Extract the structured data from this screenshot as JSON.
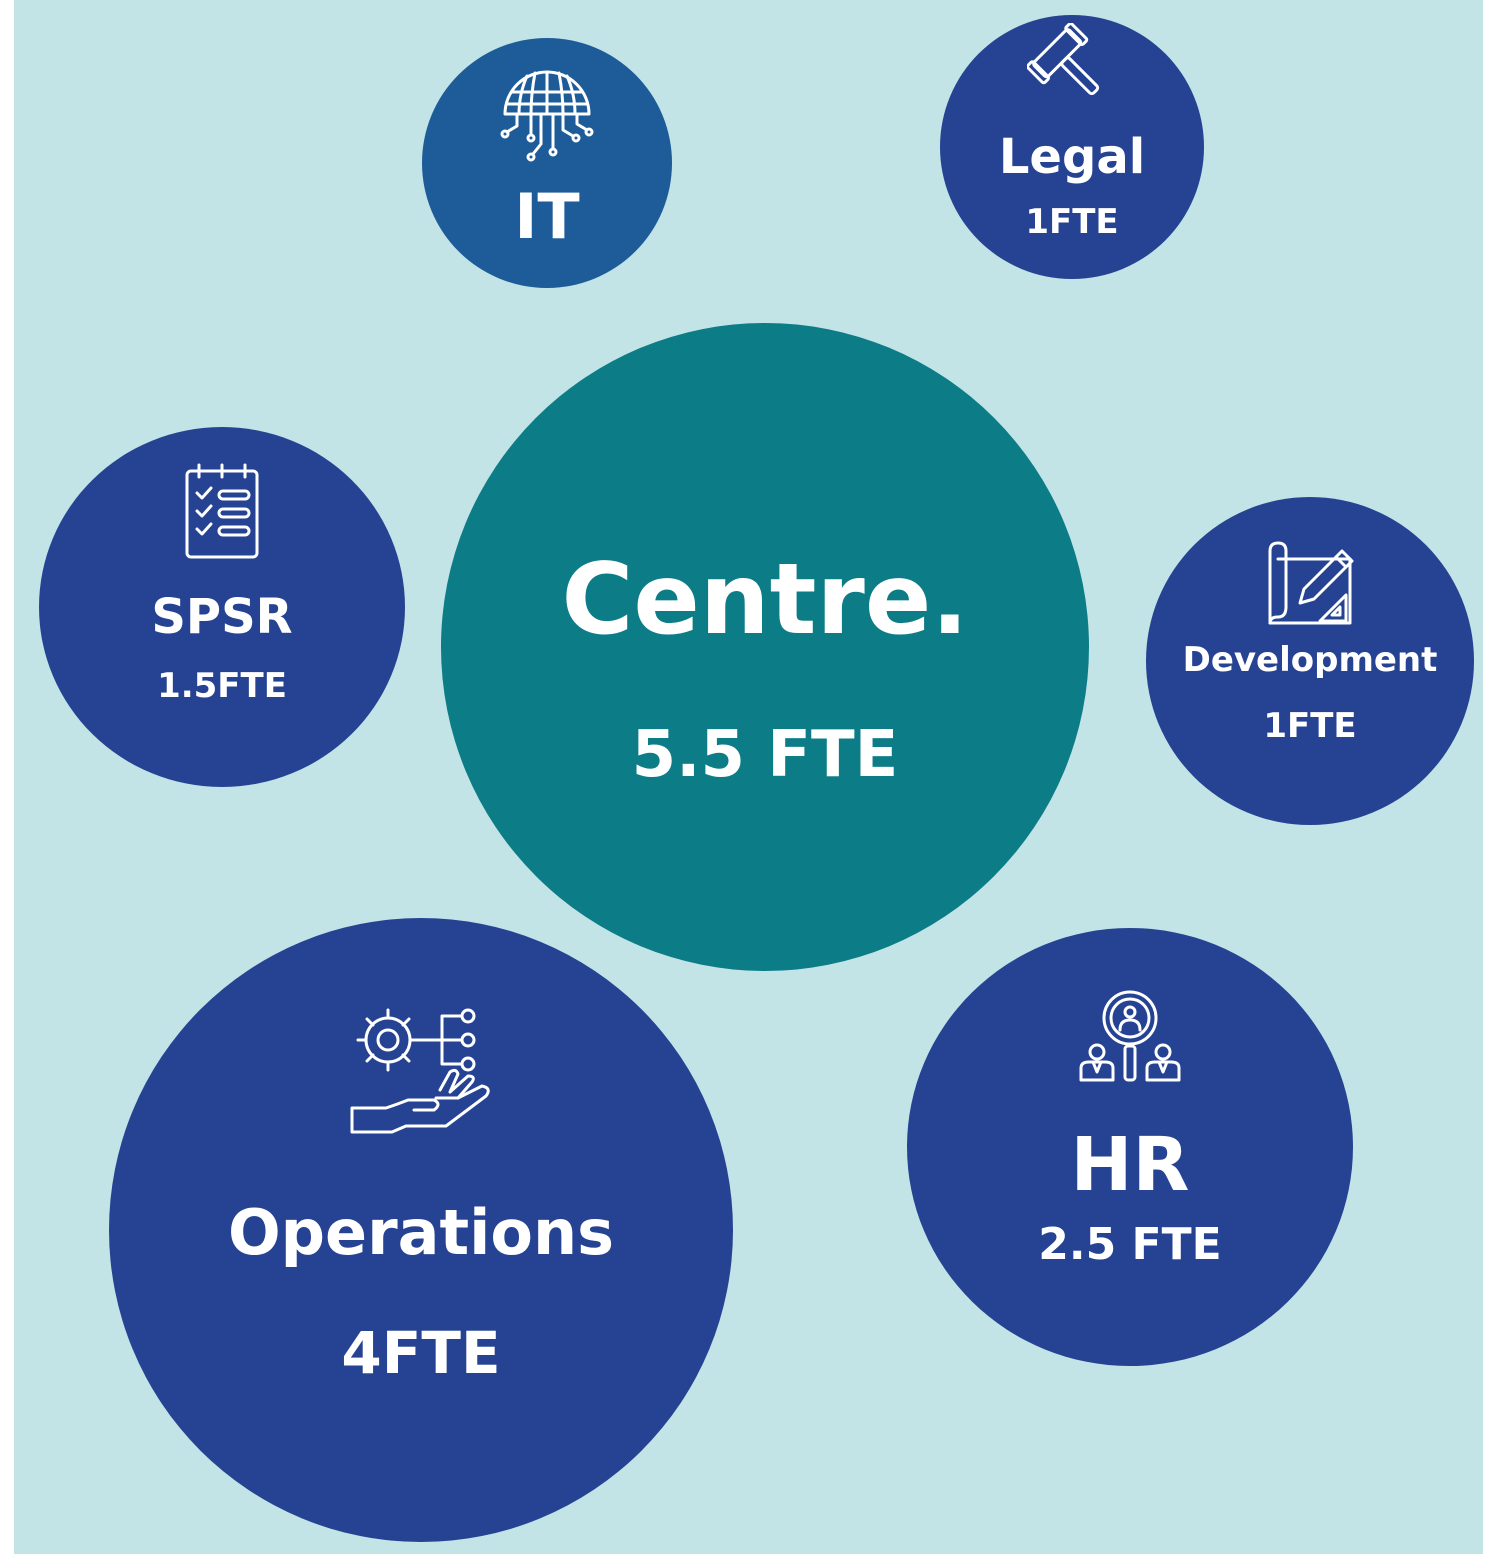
{
  "colors": {
    "background": "#c2e4e6",
    "centre": "#0c7c87",
    "unit": "#264393",
    "it": "#1e5b99",
    "text": "#ffffff"
  },
  "centre": {
    "title": "Centre.",
    "fte": "5.5 FTE"
  },
  "units": {
    "it": {
      "name": "IT",
      "icon": "globe-circuit-icon"
    },
    "legal": {
      "name": "Legal",
      "fte": "1FTE",
      "icon": "gavel-icon"
    },
    "spsr": {
      "name": "SPSR",
      "fte": "1.5FTE",
      "icon": "checklist-icon"
    },
    "development": {
      "name": "Development",
      "fte": "1FTE",
      "icon": "blueprint-pencil-icon"
    },
    "operations": {
      "name": "Operations",
      "fte": "4FTE",
      "icon": "gear-hand-icon"
    },
    "hr": {
      "name": "HR",
      "fte": "2.5 FTE",
      "icon": "people-search-icon"
    }
  }
}
